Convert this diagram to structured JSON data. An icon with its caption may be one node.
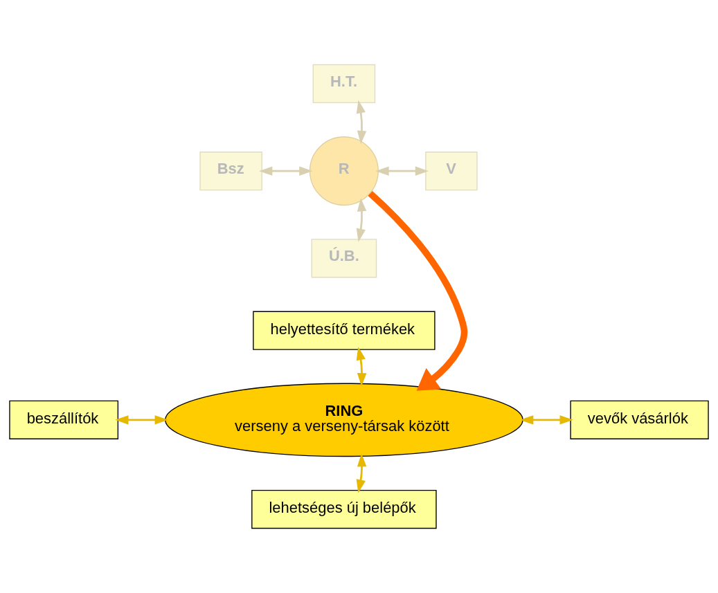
{
  "diagram": {
    "nodes": [
      {
        "text": [
          "H.T."
        ]
      },
      {
        "text": [
          "Bsz"
        ]
      },
      {
        "text": [
          "R"
        ]
      },
      {
        "text": [
          "V"
        ]
      },
      {
        "text": [
          "Ú.B."
        ]
      },
      {
        "text": [
          "helyettesítő termékek"
        ]
      },
      {
        "text": [
          "beszállítók"
        ]
      },
      {
        "text": [
          "RING",
          "verseny a verseny-társak között"
        ]
      },
      {
        "text": [
          "vevők vásárlók"
        ]
      },
      {
        "text": [
          "lehetséges új belépők"
        ]
      }
    ],
    "edges": [
      {
        "from": 2,
        "to": 0,
        "arrow": "both",
        "color": "#d8d0b0"
      },
      {
        "from": 1,
        "to": 2,
        "arrow": "both",
        "color": "#d8d0b0"
      },
      {
        "from": 2,
        "to": 3,
        "arrow": "both",
        "color": "#d8d0b0"
      },
      {
        "from": 2,
        "to": 4,
        "arrow": "both",
        "color": "#d8d0b0"
      },
      {
        "from": 2,
        "to": 7,
        "arrow": "to",
        "style": "thick",
        "color": "#ff6600"
      },
      {
        "from": 5,
        "to": 7,
        "arrow": "both",
        "color": "#e6b800"
      },
      {
        "from": 6,
        "to": 7,
        "arrow": "both",
        "color": "#e6b800"
      },
      {
        "from": 7,
        "to": 8,
        "arrow": "both",
        "color": "#e6b800"
      },
      {
        "from": 7,
        "to": 9,
        "arrow": "both",
        "color": "#e6b800"
      }
    ]
  }
}
